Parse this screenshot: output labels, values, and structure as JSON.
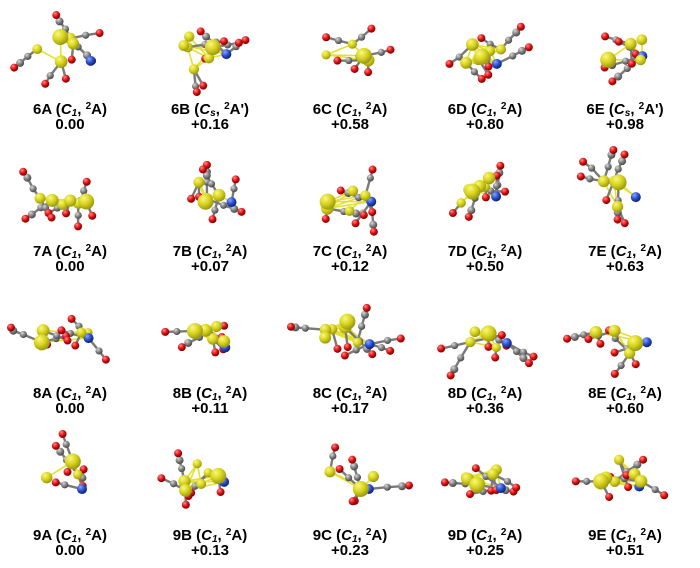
{
  "colors": {
    "sulfur": "#d6d21e",
    "sulfur_dark": "#9c9a10",
    "carbon": "#808080",
    "oxygen": "#e01010",
    "nitrogen": "#2a4fd0",
    "bond_s": "#e4e030",
    "bond": "#7a7a7a"
  },
  "rows": [
    {
      "cells": [
        {
          "id": "6A",
          "sym": "C",
          "symsub": "1",
          "sup": "2",
          "term": "A",
          "energy": "0.00"
        },
        {
          "id": "6B",
          "sym": "C",
          "symsub": "s",
          "sup": "2",
          "term": "A'",
          "energy": "+0.16"
        },
        {
          "id": "6C",
          "sym": "C",
          "symsub": "1",
          "sup": "2",
          "term": "A",
          "energy": "+0.58"
        },
        {
          "id": "6D",
          "sym": "C",
          "symsub": "1",
          "sup": "2",
          "term": "A",
          "energy": "+0.80"
        },
        {
          "id": "6E",
          "sym": "C",
          "symsub": "s",
          "sup": "2",
          "term": "A'",
          "energy": "+0.98"
        }
      ]
    },
    {
      "cells": [
        {
          "id": "7A",
          "sym": "C",
          "symsub": "1",
          "sup": "2",
          "term": "A",
          "energy": "0.00"
        },
        {
          "id": "7B",
          "sym": "C",
          "symsub": "1",
          "sup": "2",
          "term": "A",
          "energy": "+0.07"
        },
        {
          "id": "7C",
          "sym": "C",
          "symsub": "1",
          "sup": "2",
          "term": "A",
          "energy": "+0.12"
        },
        {
          "id": "7D",
          "sym": "C",
          "symsub": "1",
          "sup": "2",
          "term": "A",
          "energy": "+0.50"
        },
        {
          "id": "7E",
          "sym": "C",
          "symsub": "1",
          "sup": "2",
          "term": "A",
          "energy": "+0.63"
        }
      ]
    },
    {
      "cells": [
        {
          "id": "8A",
          "sym": "C",
          "symsub": "1",
          "sup": "2",
          "term": "A",
          "energy": "0.00"
        },
        {
          "id": "8B",
          "sym": "C",
          "symsub": "1",
          "sup": "2",
          "term": "A",
          "energy": "+0.11"
        },
        {
          "id": "8C",
          "sym": "C",
          "symsub": "1",
          "sup": "2",
          "term": "A",
          "energy": "+0.17"
        },
        {
          "id": "8D",
          "sym": "C",
          "symsub": "1",
          "sup": "2",
          "term": "A",
          "energy": "+0.36"
        },
        {
          "id": "8E",
          "sym": "C",
          "symsub": "1",
          "sup": "2",
          "term": "A",
          "energy": "+0.60"
        }
      ]
    },
    {
      "cells": [
        {
          "id": "9A",
          "sym": "C",
          "symsub": "1",
          "sup": "2",
          "term": "A",
          "energy": "0.00"
        },
        {
          "id": "9B",
          "sym": "C",
          "symsub": "1",
          "sup": "2",
          "term": "A",
          "energy": "+0.13"
        },
        {
          "id": "9C",
          "sym": "C",
          "symsub": "1",
          "sup": "2",
          "term": "A",
          "energy": "+0.23"
        },
        {
          "id": "9D",
          "sym": "C",
          "symsub": "1",
          "sup": "2",
          "term": "A",
          "energy": "+0.25"
        },
        {
          "id": "9E",
          "sym": "C",
          "symsub": "1",
          "sup": "2",
          "term": "A",
          "energy": "+0.51"
        }
      ]
    }
  ]
}
